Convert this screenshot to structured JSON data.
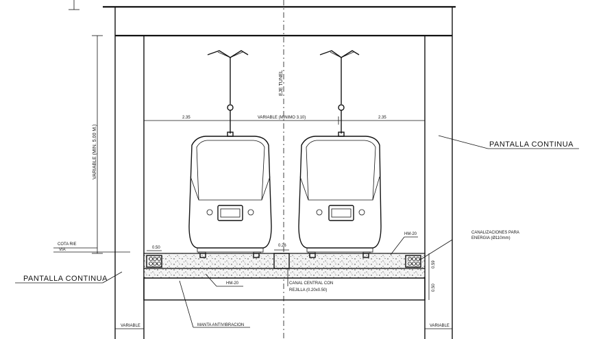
{
  "labels": {
    "pantalla_right": "PANTALLA CONTINUA",
    "pantalla_left": "PANTALLA CONTINUA",
    "eje_tunel": "EJE TUNEL",
    "variable_height": "VARIABLE (MIN. 5.00 M.)",
    "variable_width": "VARIABLE (MINIMO 3.10)",
    "dim_left": "2.35",
    "dim_right": "2.35",
    "dim_050": "0.50",
    "dim_026": "0.26",
    "dim_059": "0.59",
    "dim_050_side": "0.50",
    "hm20_top": "HM-20",
    "hm20_bottom": "HM-20",
    "canalizaciones_1": "CANALIZACIONES PARA",
    "canalizaciones_2": "ENERGIA (Ø110mm)",
    "canal_central_1": "CANAL CENTRAL CON",
    "canal_central_2": "REJILLA (0.20x0.50)",
    "manta": "MANTA ANTIVIBRACION",
    "variable_left": "VARIABLE",
    "variable_right": "VARIABLE",
    "cota_1": "COTA RIE",
    "cota_2": "VIA"
  }
}
